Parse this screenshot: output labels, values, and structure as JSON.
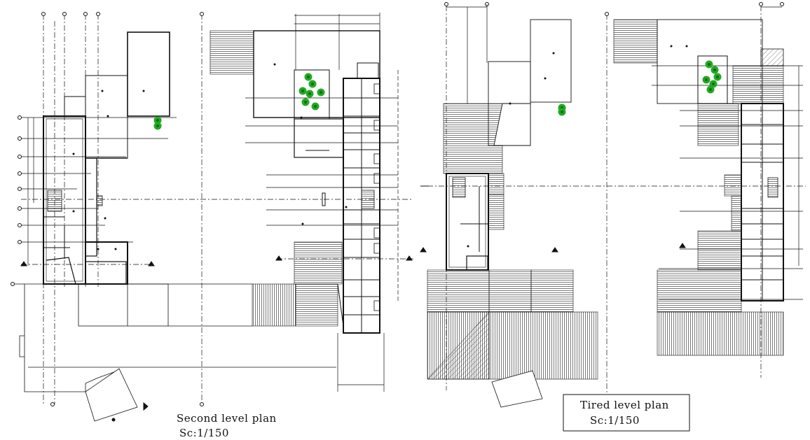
{
  "plans": [
    {
      "title": "Second level plan",
      "scale": "Sc:1/150"
    },
    {
      "title": "Tired level plan",
      "scale": "Sc:1/150"
    }
  ],
  "colors": {
    "line": "#111111",
    "tree": "#22aa22",
    "paper": "#ffffff"
  }
}
